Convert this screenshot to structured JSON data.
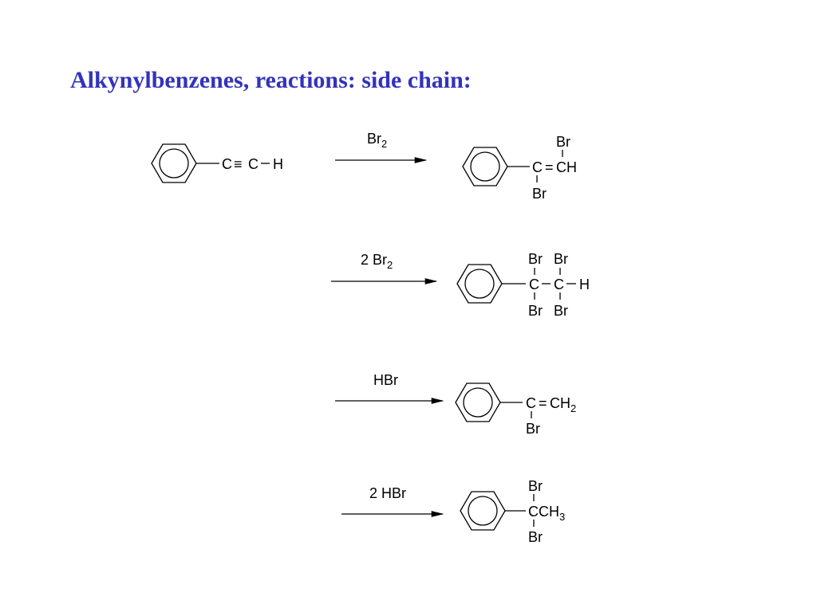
{
  "title": "Alkynylbenzenes, reactions: side chain:",
  "reactant": {
    "name": "phenylacetylene",
    "c1": "C",
    "triple": "≡",
    "c2": "C",
    "h": "H"
  },
  "reactions": [
    {
      "reagent": "Br",
      "reagent_sub": "2",
      "reagent_prefix": "",
      "product": {
        "c1": "C",
        "eq": "=",
        "c2": "CH",
        "top": "Br",
        "bottom": "Br"
      }
    },
    {
      "reagent": "Br",
      "reagent_sub": "2",
      "reagent_prefix": "2 ",
      "product": {
        "c1": "C",
        "c2": "C",
        "h": "H",
        "top1": "Br",
        "top2": "Br",
        "bottom1": "Br",
        "bottom2": "Br"
      }
    },
    {
      "reagent": "HBr",
      "reagent_sub": "",
      "reagent_prefix": "",
      "product": {
        "c1": "C",
        "eq": "=",
        "c2": "CH",
        "sub": "2",
        "bottom": "Br"
      }
    },
    {
      "reagent": "HBr",
      "reagent_sub": "",
      "reagent_prefix": "2 ",
      "product": {
        "c1": "CCH",
        "sub": "3",
        "top": "Br",
        "bottom": "Br"
      }
    }
  ]
}
